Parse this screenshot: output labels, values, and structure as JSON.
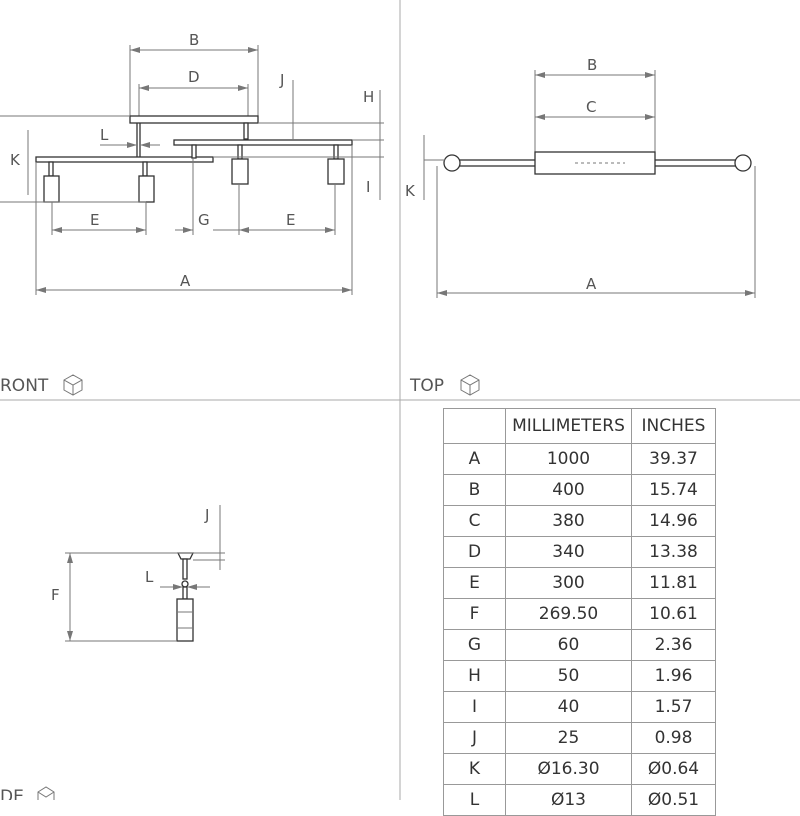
{
  "views": {
    "front": "RONT",
    "top": "TOP",
    "side": "DE"
  },
  "front_labels": {
    "A": "A",
    "B": "B",
    "D": "D",
    "E1": "E",
    "E2": "E",
    "G": "G",
    "H": "H",
    "I": "I",
    "J": "J",
    "K": "K",
    "L": "L"
  },
  "top_labels": {
    "A": "A",
    "B": "B",
    "C": "C",
    "K": "K"
  },
  "side_labels": {
    "F": "F",
    "J": "J",
    "L": "L"
  },
  "table": {
    "headers": [
      "",
      "MILLIMETERS",
      "INCHES"
    ],
    "rows": [
      [
        "A",
        "1000",
        "39.37"
      ],
      [
        "B",
        "400",
        "15.74"
      ],
      [
        "C",
        "380",
        "14.96"
      ],
      [
        "D",
        "340",
        "13.38"
      ],
      [
        "E",
        "300",
        "11.81"
      ],
      [
        "F",
        "269.50",
        "10.61"
      ],
      [
        "G",
        "60",
        "2.36"
      ],
      [
        "H",
        "50",
        "1.96"
      ],
      [
        "I",
        "40",
        "1.57"
      ],
      [
        "J",
        "25",
        "0.98"
      ],
      [
        "K",
        "Ø16.30",
        "Ø0.64"
      ],
      [
        "L",
        "Ø13",
        "Ø0.51"
      ]
    ]
  }
}
